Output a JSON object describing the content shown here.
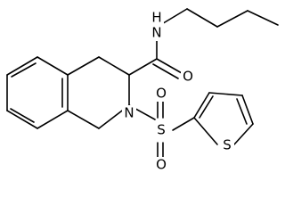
{
  "atoms": {
    "amide_n": "N",
    "amide_h": "H",
    "carbonyl_o": "O",
    "ring_n": "N",
    "sulfur": "S",
    "sulfonyl_o_top": "O",
    "sulfonyl_o_bottom": "O",
    "thiophene_s": "S"
  }
}
